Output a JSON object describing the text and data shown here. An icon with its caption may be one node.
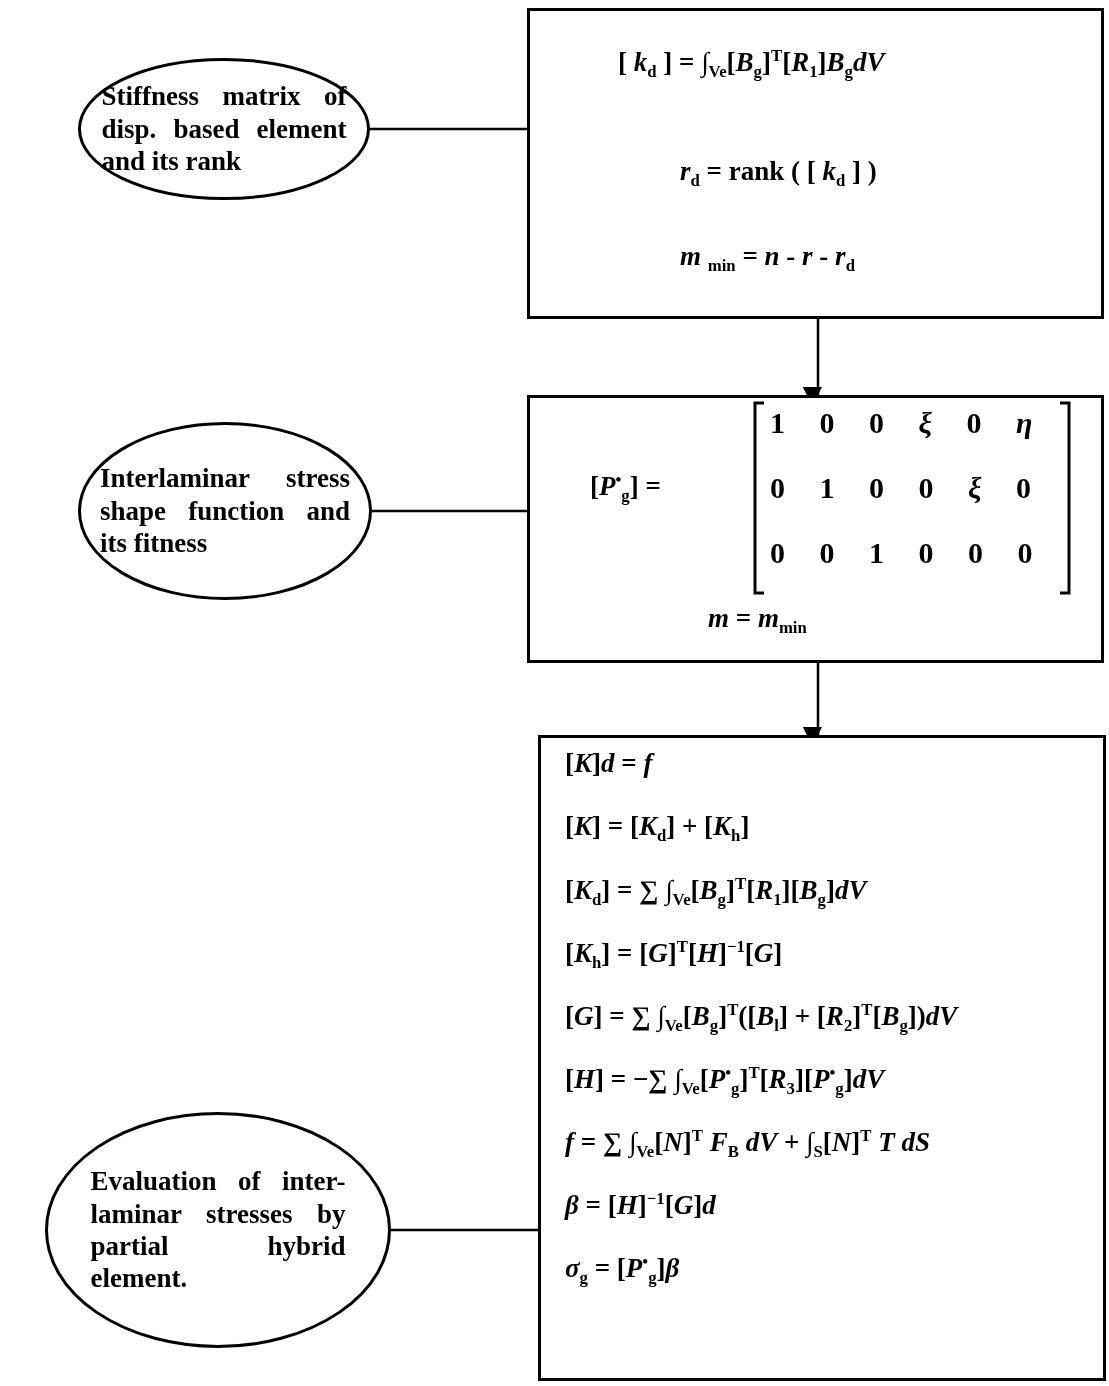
{
  "diagram": {
    "nodes": [
      {
        "text": [
          "Stiffness matrix of disp. based element and its rank"
        ]
      },
      {
        "text": [
          "[ *k*$_{d}$ ] = ∫$_{Ve}$[*B*$_{g}$]$^{T}$[*R*$_{1}$]*B*$_{g}$*dV*",
          "*r*$_{d}$ = rank ( [ *k*$_{d}$ ] )",
          "*m* $_{min}$ = *n* - *r* - *r*$_{d}$"
        ]
      },
      {
        "text": [
          "Interlaminar stress shape function and its fitness"
        ]
      },
      {
        "text": [
          "[*P*$^{•}$$_{g}$] =",
          "1 0 0 *ξ* 0 *η*",
          "0 1 0 0 *ξ* 0",
          "0 0 1 0 0 0",
          "*m* = *m*$_{min}$"
        ]
      },
      {
        "text": [
          "Evaluation of inter-laminar stresses by partial hybrid element."
        ]
      },
      {
        "text": [
          "[*K*]*d* = *f*",
          "[*K*] = [*K*$_{d}$] + [*K*$_{h}$]",
          "[*K*$_{d}$] = ∑ ∫$_{Ve}$[*B*$_{g}$]$^{T}$[*R*$_{1}$][*B*$_{g}$]*dV*",
          "[*K*$_{h}$] = [*G*]$^{T}$[*H*]$^{−1}$[*G*]",
          "[*G*] = ∑ ∫$_{Ve}$[*B*$_{g}$]$^{T}$([*B*$_{l}$] + [*R*$_{2}$]$^{T}$[*B*$_{g}$])*dV*",
          "[*H*] = −∑ ∫$_{Ve}$[*P*$^{•}$$_{g}$]$^{T}$[*R*$_{3}$][*P*$^{•}$$_{g}$]*dV*",
          "*f* = ∑ ∫$_{Ve}$[*N*]$^{T}$ *F*$_{B}$ *dV* + ∫$_{S}$[*N*]$^{T}$ *T dS*",
          "*β* = [*H*]$^{−1}$[*G*]*d*",
          "*σ*$_{g}$ = [*P*$^{•}$$_{g}$]*β*"
        ]
      }
    ],
    "edges": [
      {
        "from": 0,
        "to": 1,
        "arrow": "none"
      },
      {
        "from": 1,
        "to": 3,
        "arrow": "to"
      },
      {
        "from": 2,
        "to": 3,
        "arrow": "none"
      },
      {
        "from": 3,
        "to": 5,
        "arrow": "to"
      },
      {
        "from": 4,
        "to": 5,
        "arrow": "none"
      }
    ]
  }
}
